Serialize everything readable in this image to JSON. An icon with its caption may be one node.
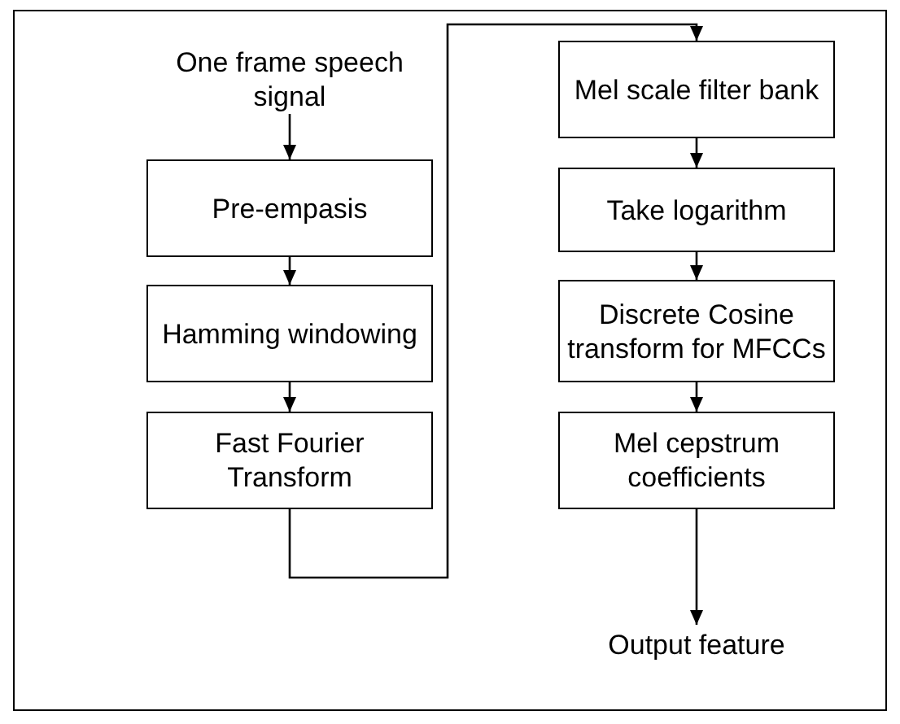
{
  "diagram": {
    "nodes": [
      {
        "text": [
          "One frame speech signal"
        ]
      },
      {
        "text": [
          "Pre-empasis"
        ]
      },
      {
        "text": [
          "Hamming windowing"
        ]
      },
      {
        "text": [
          "Fast Fourier Transform"
        ]
      },
      {
        "text": [
          "Mel scale filter bank"
        ]
      },
      {
        "text": [
          "Take logarithm"
        ]
      },
      {
        "text": [
          "Discrete Cosine transform for MFCCs"
        ]
      },
      {
        "text": [
          "Mel cepstrum coefficients"
        ]
      },
      {
        "text": [
          "Output feature"
        ]
      }
    ],
    "edges": [
      {
        "from": 0,
        "to": 1,
        "arrow": "to"
      },
      {
        "from": 1,
        "to": 2,
        "arrow": "to"
      },
      {
        "from": 2,
        "to": 3,
        "arrow": "to"
      },
      {
        "from": 3,
        "to": 4,
        "arrow": "to"
      },
      {
        "from": 4,
        "to": 5,
        "arrow": "to"
      },
      {
        "from": 5,
        "to": 6,
        "arrow": "to"
      },
      {
        "from": 6,
        "to": 7,
        "arrow": "to"
      },
      {
        "from": 7,
        "to": 8,
        "arrow": "to"
      }
    ]
  }
}
